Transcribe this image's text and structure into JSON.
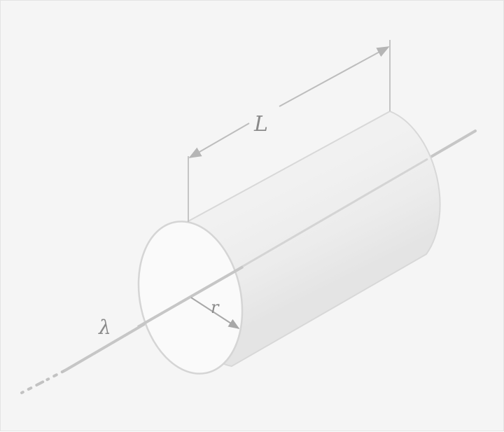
{
  "diagram": {
    "labels": {
      "length": "L",
      "radius": "r",
      "charge_density": "λ"
    },
    "colors": {
      "background": "#f5f5f5",
      "cylinder_fill": "#eeeeee",
      "cylinder_edge": "#dadada",
      "end_face": "#fafafa",
      "line": "#bdbdbd",
      "label": "#8a8a8a"
    }
  }
}
